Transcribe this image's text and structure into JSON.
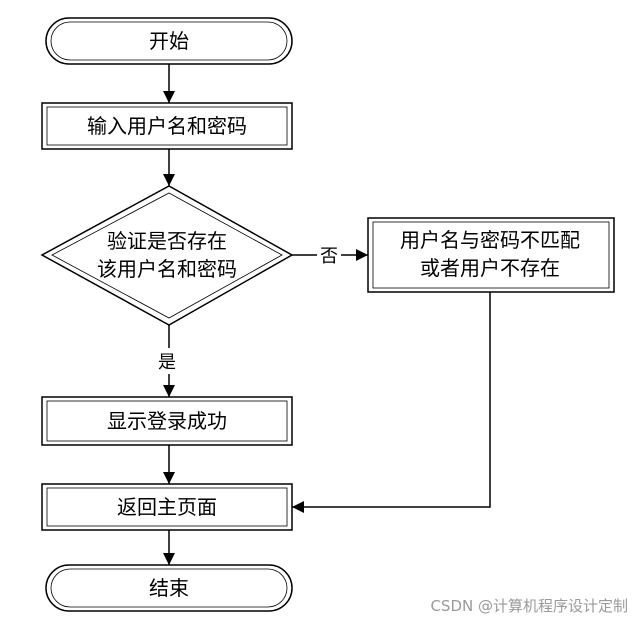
{
  "nodes": {
    "start": "开始",
    "input": "输入用户名和密码",
    "verify_line1": "验证是否存在",
    "verify_line2": "该用户名和密码",
    "error_line1": "用户名与密码不匹配",
    "error_line2": "或者用户不存在",
    "success": "显示登录成功",
    "return_home": "返回主页面",
    "end": "结束"
  },
  "edge_labels": {
    "no": "否",
    "yes": "是"
  },
  "watermark": "CSDN @计算机程序设计定制"
}
